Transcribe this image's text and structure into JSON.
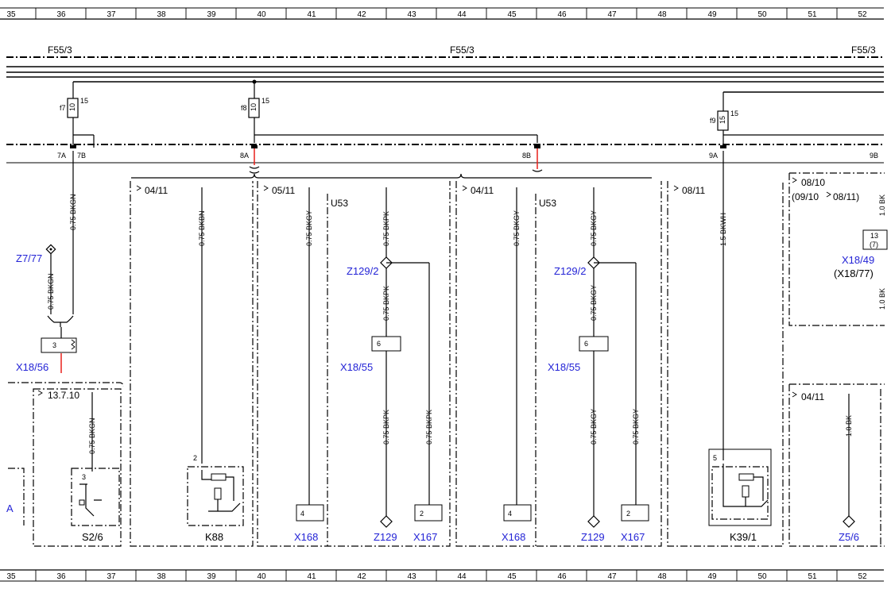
{
  "ruler": {
    "cols": [
      "35",
      "36",
      "37",
      "38",
      "39",
      "40",
      "41",
      "42",
      "43",
      "44",
      "45",
      "46",
      "47",
      "48",
      "49",
      "50",
      "51",
      "52"
    ]
  },
  "bus": {
    "left": "F55/3",
    "center": "F55/3",
    "right": "F55/3"
  },
  "fuses": [
    {
      "name": "f7",
      "rating": "10",
      "pin": "15"
    },
    {
      "name": "f8",
      "rating": "10",
      "pin": "15"
    },
    {
      "name": "f9",
      "rating": "15",
      "pin": "15"
    }
  ],
  "connectors": {
    "c7a": "7A",
    "c7b": "7B",
    "c8a": "8A",
    "c8b": "8B",
    "c9a": "9A",
    "c9b": "9B"
  },
  "wires": {
    "w1": "0.75 BKGN",
    "w2": "0.75 BKGN",
    "w3": "0.75 BKBN",
    "w4": "0.75 BKGY",
    "w5": "0.75 BKPK",
    "w6": "0.75 BKPK",
    "w7": "0.75 BKPK",
    "w8": "0.75 BKPK",
    "w9": "0.75 BKGY",
    "w10": "0.75 BKGY",
    "w11": "0.75 BKGY",
    "w12": "0.75 BKGY",
    "w13": "0.75 BKGY",
    "w14": "1.5 BKWH",
    "w15": "1.0 BK",
    "w16": "0.75 BKGN"
  },
  "dates": {
    "d1": "04/11",
    "d2": "05/11",
    "d3": "04/11",
    "d4": "08/11",
    "d5": "08/10",
    "d6": "(09/10",
    "d6b": "08/11)",
    "d7": "13.7.10",
    "d8": "04/11"
  },
  "labels": {
    "z777": "Z7/77",
    "x1856": "X18/56",
    "z1292a": "Z129/2",
    "z1292b": "Z129/2",
    "x1855a": "X18/55",
    "x1855b": "X18/55",
    "x1849": "X18/49",
    "x1877": "(X18/77)",
    "u53a": "U53",
    "u53b": "U53",
    "s26": "S2/6",
    "k88": "K88",
    "x168a": "X168",
    "z129a": "Z129",
    "x167a": "X167",
    "x168b": "X168",
    "z129b": "Z129",
    "x167b": "X167",
    "k391": "K39/1",
    "z56": "Z5/6",
    "lettera": "A"
  },
  "pins": {
    "p3a": "3",
    "p6a": "6",
    "p6b": "6",
    "p13": "13",
    "p7": "(7)",
    "p3b": "3",
    "p2a": "2",
    "p4a": "4",
    "p2b": "2",
    "p4b": "4",
    "p2c": "2",
    "p5": "5"
  },
  "partial": {
    "r1": "1.0 BK",
    "r2": "1.0 BK"
  }
}
